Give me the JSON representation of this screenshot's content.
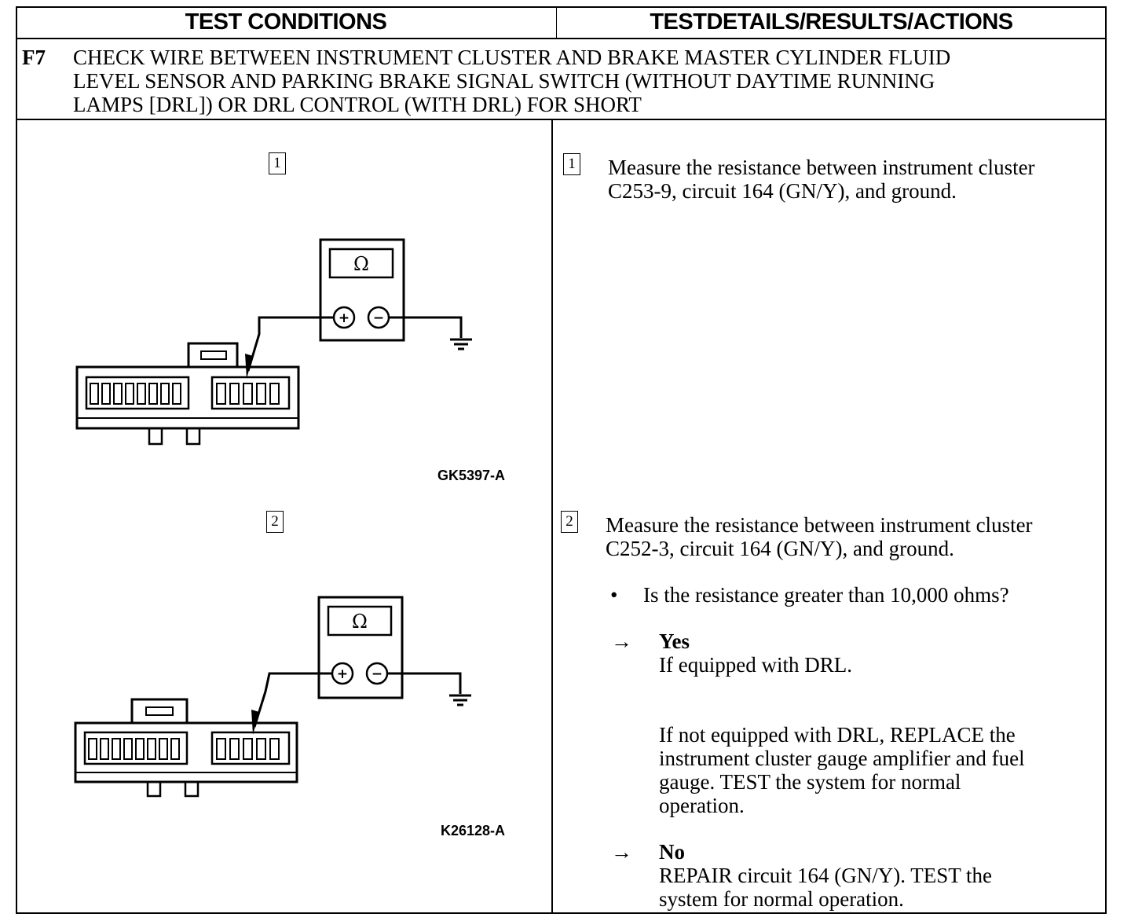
{
  "header": {
    "left": "TEST CONDITIONS",
    "right": "TESTDETAILS/RESULTS/ACTIONS"
  },
  "step": {
    "id": "F7",
    "title_lines": [
      "CHECK WIRE BETWEEN INSTRUMENT CLUSTER AND BRAKE MASTER CYLINDER FLUID",
      "LEVEL SENSOR AND PARKING BRAKE SIGNAL SWITCH (WITHOUT DAYTIME RUNNING",
      "LAMPS [DRL]) OR DRL CONTROL (WITH DRL) FOR SHORT"
    ]
  },
  "figures": [
    {
      "number": "1",
      "meter_symbol": "Ω",
      "plus": "+",
      "minus": "−",
      "figure_id": "GK5397-A"
    },
    {
      "number": "2",
      "meter_symbol": "Ω",
      "plus": "+",
      "minus": "−",
      "figure_id": "K26128-A"
    }
  ],
  "details": [
    {
      "number": "1",
      "lines": [
        "Measure the resistance between instrument cluster",
        "C253-9, circuit 164 (GN/Y), and ground."
      ]
    },
    {
      "number": "2",
      "lines": [
        "Measure the resistance between instrument cluster",
        "C252-3, circuit 164 (GN/Y), and ground."
      ],
      "question_bullet": "•",
      "question": "Is the resistance greater than 10,000 ohms?",
      "arrow": "→",
      "yes": {
        "label": "Yes",
        "line": "If equipped with DRL.",
        "lines2": [
          "If not equipped with DRL, REPLACE the",
          "instrument cluster gauge amplifier and fuel",
          "gauge. TEST the system for normal",
          "operation."
        ]
      },
      "no": {
        "label": "No",
        "lines": [
          "REPAIR circuit 164 (GN/Y). TEST the",
          "system for normal operation."
        ]
      }
    }
  ]
}
